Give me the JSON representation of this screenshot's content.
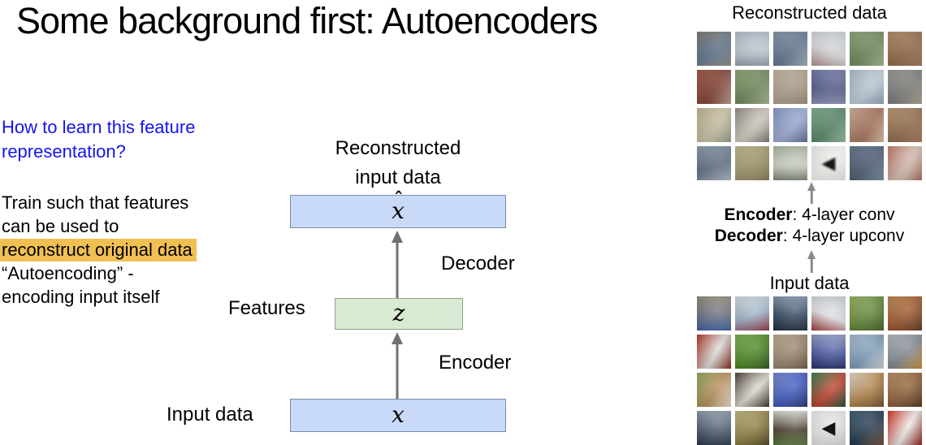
{
  "title": "Some background first: Autoencoders",
  "colors": {
    "highlight": "#f0c052",
    "question_blue": "#1414ef",
    "box_blue": "#c9daf8",
    "box_blue_border": "#7b8aa6",
    "box_green": "#d9ead3",
    "box_green_border": "#94a08e",
    "arrow_gray": "#717171",
    "arrow_gray_light": "#8a8a8a"
  },
  "left_panel": {
    "question": "How to learn this feature representation?",
    "train_line1": "Train such that features",
    "train_line2": "can be used to",
    "highlight": "reconstruct original data",
    "auto_line1": "“Autoencoding” -",
    "auto_line2": "encoding input itself"
  },
  "diagram": {
    "recon_label_line1": "Reconstructed",
    "recon_label_line2": "input data",
    "decoder_label": "Decoder",
    "features_label": "Features",
    "encoder_label": "Encoder",
    "input_label": "Input data",
    "xhat_hat": "ˆ",
    "xhat_letter": "x",
    "z_symbol": "z",
    "x_symbol": "x"
  },
  "right_panel": {
    "recon_title": "Reconstructed data",
    "encoder_bold": "Encoder",
    "encoder_rest": ": 4-layer conv",
    "decoder_bold": "Decoder",
    "decoder_rest": ": 4-layer upconv",
    "input_label": "Input data",
    "recon_tiles": [
      {
        "c": [
          "#7a6a4e",
          "#4e6a8e",
          "#9a8a6e"
        ],
        "a": 160
      },
      {
        "c": [
          "#9aaabc",
          "#c2ccd6",
          "#6a8098"
        ],
        "a": 180
      },
      {
        "c": [
          "#7e96ac",
          "#4e6a88",
          "#b0c0cc"
        ],
        "a": 135
      },
      {
        "c": [
          "#b8bec6",
          "#d8dade",
          "#9a5a52"
        ],
        "a": 200
      },
      {
        "c": [
          "#8aa868",
          "#5c7c44",
          "#b0c890"
        ],
        "a": 135
      },
      {
        "c": [
          "#c08a54",
          "#8e5a30",
          "#a86a3c"
        ],
        "a": 135
      },
      {
        "c": [
          "#b04a30",
          "#7e2e1e",
          "#d0b8a8"
        ],
        "a": 120
      },
      {
        "c": [
          "#8aa468",
          "#5e7c44",
          "#b2c494"
        ],
        "a": 135
      },
      {
        "c": [
          "#c4b498",
          "#a6967c",
          "#8a7a62"
        ],
        "a": 135
      },
      {
        "c": [
          "#6a74ac",
          "#46508c",
          "#9aa4cc"
        ],
        "a": 180
      },
      {
        "c": [
          "#90aac4",
          "#b8c8d8",
          "#647e9c"
        ],
        "a": 135
      },
      {
        "c": [
          "#9a9a96",
          "#6e6e6a",
          "#b8a888"
        ],
        "a": 135
      },
      {
        "c": [
          "#b0a070",
          "#c8bc9a",
          "#6a7a5a"
        ],
        "a": 120
      },
      {
        "c": [
          "#6e665a",
          "#d2cabc",
          "#3e3a34"
        ],
        "a": 135
      },
      {
        "c": [
          "#6a82c4",
          "#94a6d8",
          "#2e3c6e"
        ],
        "a": 135
      },
      {
        "c": [
          "#78b08a",
          "#3e7a54",
          "#a8d0b0"
        ],
        "a": 135
      },
      {
        "c": [
          "#d8c4a8",
          "#a05a3c",
          "#e8dcc8"
        ],
        "a": 120
      },
      {
        "c": [
          "#c89a6a",
          "#8a5c34",
          "#b86a4a"
        ],
        "a": 135
      },
      {
        "c": [
          "#8aa0b4",
          "#4e617a",
          "#c8d4dc"
        ],
        "a": 160
      },
      {
        "c": [
          "#c8bc8a",
          "#988a54",
          "#6a6034"
        ],
        "a": 135
      },
      {
        "c": [
          "#8aa07a",
          "#d0d4c8",
          "#46583a"
        ],
        "a": 180
      },
      {
        "c": [
          "#e8e8e4",
          "#f0f0ec",
          "#d8d8d4"
        ],
        "a": 135,
        "glyph": "◀"
      },
      {
        "c": [
          "#5a7390",
          "#3a4f6a",
          "#7e96ac"
        ],
        "a": 135
      },
      {
        "c": [
          "#c04a34",
          "#d8beb0",
          "#8e2a1c"
        ],
        "a": 120
      }
    ],
    "input_tiles": [
      {
        "c": [
          "#8f8778",
          "#6b7180",
          "#3e62a2"
        ],
        "a": 180
      },
      {
        "c": [
          "#d8dee3",
          "#9db3c8",
          "#913344"
        ],
        "a": 160
      },
      {
        "c": [
          "#7e92a9",
          "#33475f",
          "#1f2d3f"
        ],
        "a": 180
      },
      {
        "c": [
          "#c6cbd2",
          "#e3e5e8",
          "#a23636"
        ],
        "a": 200
      },
      {
        "c": [
          "#93b35a",
          "#5f8434",
          "#3f5c22"
        ],
        "a": 135
      },
      {
        "c": [
          "#c08648",
          "#9a5229",
          "#5f3118"
        ],
        "a": 135
      },
      {
        "c": [
          "#b5301e",
          "#dcdcda",
          "#801f10"
        ],
        "a": 120
      },
      {
        "c": [
          "#79b04a",
          "#47831f",
          "#2b5414"
        ],
        "a": 135
      },
      {
        "c": [
          "#bcab8e",
          "#94826a",
          "#6b5a42"
        ],
        "a": 135
      },
      {
        "c": [
          "#8d99c4",
          "#46549e",
          "#262f6e"
        ],
        "a": 180
      },
      {
        "c": [
          "#a9bfd2",
          "#7897b5",
          "#cfd4d8"
        ],
        "a": 135
      },
      {
        "c": [
          "#b3bac0",
          "#7d858c",
          "#c98a34"
        ],
        "a": 135
      },
      {
        "c": [
          "#8fa855",
          "#b68a58",
          "#e5dcca"
        ],
        "a": 120
      },
      {
        "c": [
          "#453c32",
          "#ded9d0",
          "#352e26"
        ],
        "a": 135
      },
      {
        "c": [
          "#7287cf",
          "#3a55c0",
          "#223070"
        ],
        "a": 135
      },
      {
        "c": [
          "#2f7d4b",
          "#c23e2a",
          "#1d4c2e"
        ],
        "a": 135
      },
      {
        "c": [
          "#e8dfcf",
          "#ad7d40",
          "#6e4a26"
        ],
        "a": 135
      },
      {
        "c": [
          "#b98a5a",
          "#8a5a32",
          "#4e3018"
        ],
        "a": 135
      },
      {
        "c": [
          "#8a98a8",
          "#4a5a6e",
          "#2a3848"
        ],
        "a": 180
      },
      {
        "c": [
          "#c2b878",
          "#8a7a3c",
          "#4e4420"
        ],
        "a": 135
      },
      {
        "c": [
          "#d8d8d2",
          "#4a3c2c",
          "#5a7a3c"
        ],
        "a": 180
      },
      {
        "c": [
          "#f0f0ee",
          "#e6e6e4",
          "#d8d8d6"
        ],
        "a": 135,
        "glyph": "◀"
      },
      {
        "c": [
          "#3c5a70",
          "#1e3448",
          "#6a4a36"
        ],
        "a": 135
      },
      {
        "c": [
          "#d82a1c",
          "#eceae6",
          "#8a1410"
        ],
        "a": 120
      }
    ]
  }
}
